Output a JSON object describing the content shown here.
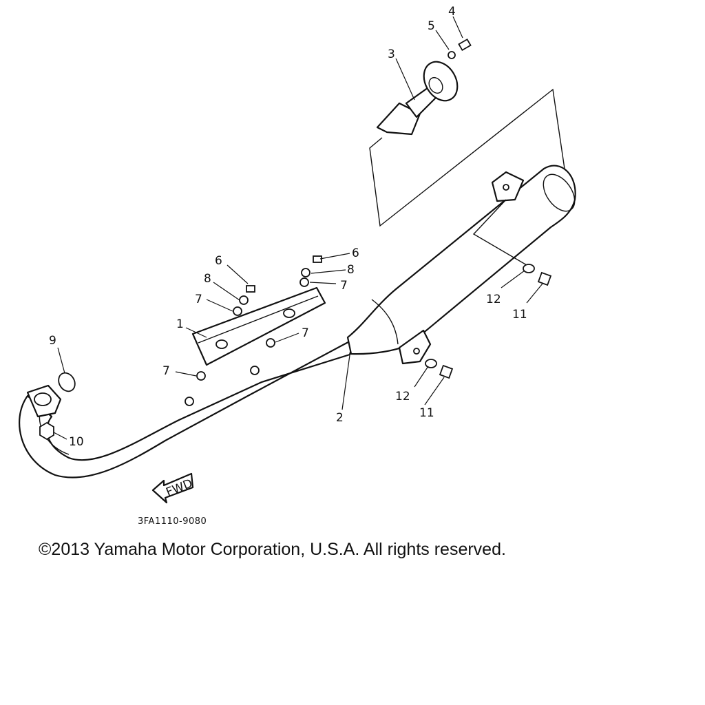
{
  "callouts": {
    "c1": "1",
    "c2": "2",
    "c3": "3",
    "c4": "4",
    "c5": "5",
    "c6a": "6",
    "c6b": "6",
    "c7a": "7",
    "c7b": "7",
    "c7c": "7",
    "c7d": "7",
    "c8a": "8",
    "c8b": "8",
    "c9": "9",
    "c10": "10",
    "c11a": "11",
    "c11b": "11",
    "c12a": "12",
    "c12b": "12"
  },
  "direction_label": "FWD",
  "diagram_code": "3FA1110-9080",
  "copyright": "©2013 Yamaha Motor Corporation, U.S.A. All rights reserved."
}
